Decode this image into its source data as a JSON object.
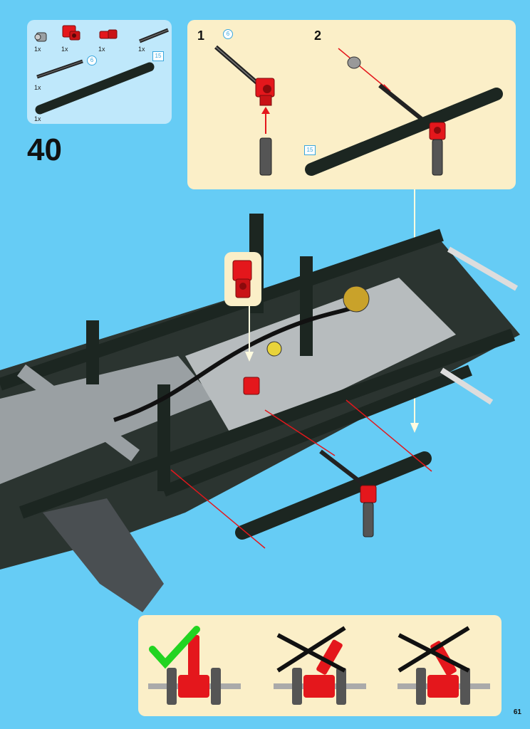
{
  "parts_list": {
    "items": [
      {
        "qty": "1x",
        "icon": "bush-icon"
      },
      {
        "qty": "1x",
        "icon": "red-cross-block-icon"
      },
      {
        "qty": "1x",
        "icon": "red-connector-icon"
      },
      {
        "qty": "1x",
        "icon": "axle-icon"
      },
      {
        "qty": "1x",
        "icon": "long-axle-icon",
        "callout": "6"
      },
      {
        "qty": "1x",
        "icon": "beam-icon",
        "callout": "15"
      }
    ]
  },
  "step_number": "40",
  "sub_steps": [
    {
      "number": "1",
      "callout": "6"
    },
    {
      "number": "2",
      "callout": "15"
    }
  ],
  "page_number": "61",
  "colors": {
    "background": "#66ccf5",
    "panel": "#fbefc8",
    "parts_panel": "#bfe8fb",
    "red": "#e4171c",
    "green": "#22d421",
    "beam": "#1c2621"
  }
}
